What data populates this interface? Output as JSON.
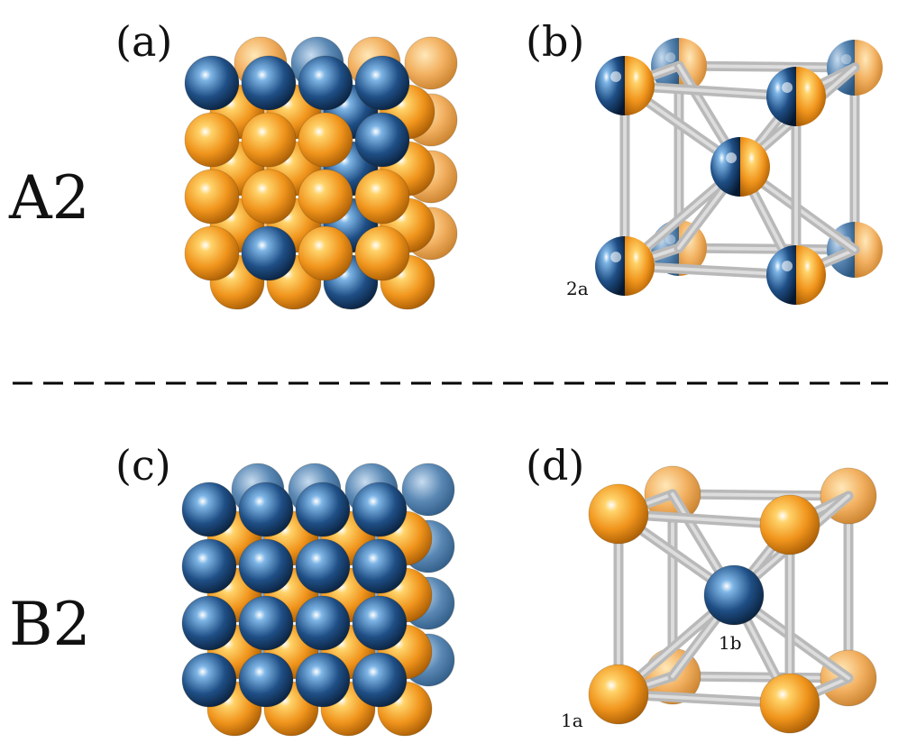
{
  "rows": [
    {
      "structure_label": "A2",
      "panels": [
        {
          "label": "(a)"
        },
        {
          "label": "(b)",
          "site_labels": [
            "2a"
          ]
        }
      ]
    },
    {
      "structure_label": "B2",
      "panels": [
        {
          "label": "(c)"
        },
        {
          "label": "(d)",
          "site_labels": [
            "1a",
            "1b"
          ]
        }
      ]
    }
  ],
  "colors": {
    "orange_atom": "#f39a1f",
    "blue_atom": "#1e4f82",
    "bond": "#a8a8a8",
    "divider": "#000000"
  }
}
